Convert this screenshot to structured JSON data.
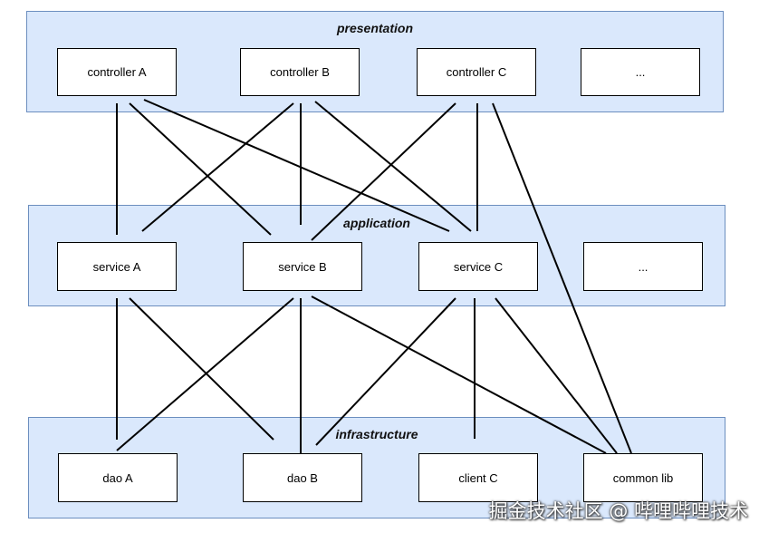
{
  "layers": {
    "presentation": {
      "title": "presentation",
      "items": [
        "controller A",
        "controller B",
        "controller C",
        "..."
      ]
    },
    "application": {
      "title": "application",
      "items": [
        "service A",
        "service B",
        "service C",
        "..."
      ]
    },
    "infrastructure": {
      "title": "infrastructure",
      "items": [
        "dao A",
        "dao B",
        "client C",
        "common lib"
      ]
    }
  },
  "connections": [
    [
      "controller A",
      "service A"
    ],
    [
      "controller A",
      "service B"
    ],
    [
      "controller A",
      "service C"
    ],
    [
      "controller B",
      "service A"
    ],
    [
      "controller B",
      "service B"
    ],
    [
      "controller B",
      "service C"
    ],
    [
      "controller C",
      "service B"
    ],
    [
      "controller C",
      "service C"
    ],
    [
      "controller C",
      "common lib"
    ],
    [
      "service A",
      "dao A"
    ],
    [
      "service A",
      "dao B"
    ],
    [
      "service B",
      "dao A"
    ],
    [
      "service B",
      "dao B"
    ],
    [
      "service B",
      "common lib"
    ],
    [
      "service C",
      "dao B"
    ],
    [
      "service C",
      "client C"
    ],
    [
      "service C",
      "common lib"
    ]
  ],
  "watermark": "掘金技术社区 @ 哔哩哔哩技术",
  "colors": {
    "layer_fill": "#dae8fc",
    "layer_border": "#6c8ebf",
    "box_border": "#000000",
    "line": "#000000"
  }
}
